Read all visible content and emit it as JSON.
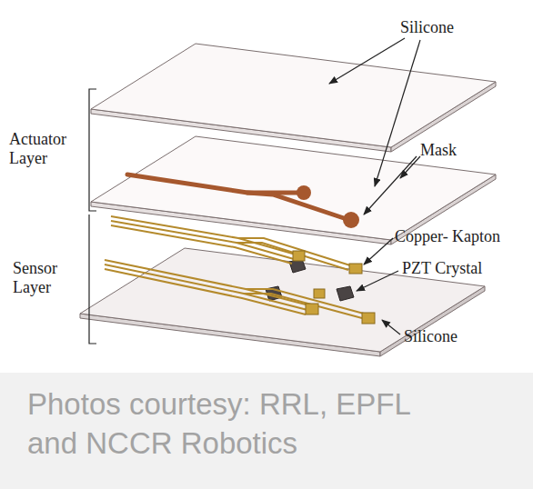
{
  "diagram": {
    "caption": "Photos courtesy: RRL, EPFL and NCCR Robotics",
    "labels": [
      "Silicone",
      "Actuator Layer",
      "Mask",
      "Sensor Layer",
      "Copper- Kapton",
      "PZT Crystal",
      "Silicone"
    ]
  }
}
